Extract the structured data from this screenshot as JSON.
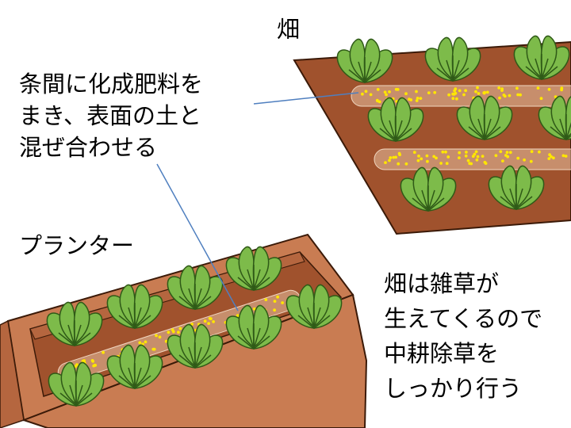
{
  "labels": {
    "field": "畑",
    "planter": "プランター",
    "fertilizer_note": [
      "条間に化成肥料を",
      "まき、表面の土と",
      "混ぜ合わせる"
    ],
    "weeding_note": [
      "畑は雑草が",
      "生えてくるので",
      "中耕除草を",
      "しっかり行う"
    ]
  },
  "colors": {
    "soil": "#a0522d",
    "soil_outline": "#3b1a08",
    "furrow": "#e8c0a0",
    "fertilizer": "#ffe600",
    "leaf": "#7dbb4a",
    "leaf_stroke": "#2f5a17",
    "pointer_line": "#4f7fbf",
    "planter_body": "#c97c52"
  },
  "icons": [
    "plant-seedling",
    "fertilizer-granules"
  ]
}
